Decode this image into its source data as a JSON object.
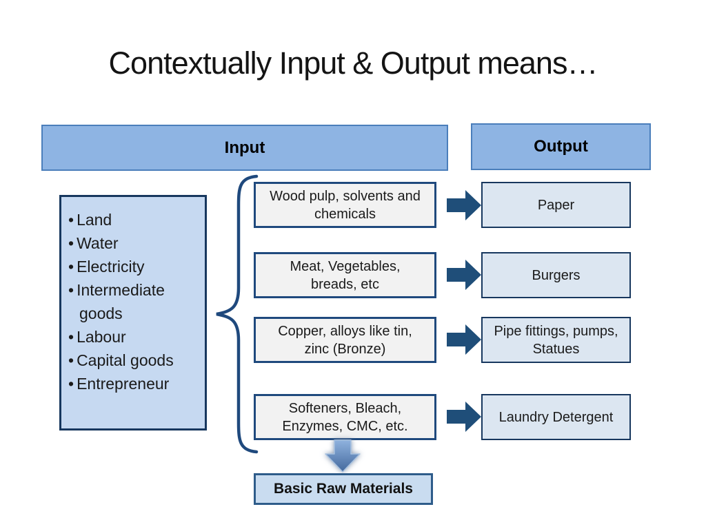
{
  "slide": {
    "title": "Contextually Input & Output means…"
  },
  "headers": {
    "input": "Input",
    "output": "Output"
  },
  "input_factors": {
    "items": [
      "Land",
      "Water",
      "Electricity",
      "Intermediate goods",
      "Labour",
      "Capital goods",
      "Entrepreneur"
    ]
  },
  "rows": [
    {
      "input": "Wood pulp, solvents and chemicals",
      "output": "Paper"
    },
    {
      "input": "Meat, Vegetables, breads, etc",
      "output": "Burgers"
    },
    {
      "input": "Copper, alloys like tin, zinc (Bronze)",
      "output": "Pipe fittings, pumps, Statues"
    },
    {
      "input": "Softeners, Bleach, Enzymes, CMC, etc.",
      "output": "Laundry Detergent"
    }
  ],
  "footer": {
    "label": "Basic Raw Materials"
  },
  "colors": {
    "header_fill": "#8EB4E3",
    "header_border": "#4A7EBB",
    "panel_fill": "#C6D9F1",
    "panel_border": "#17375E",
    "ingredient_fill": "#F2F2F2",
    "ingredient_border": "#1F497D",
    "output_fill": "#DCE6F1",
    "output_border": "#17375E",
    "arrow_fill": "#1F4E79",
    "brace_stroke": "#1F497D",
    "footer_fill": "#C9DCF0"
  }
}
